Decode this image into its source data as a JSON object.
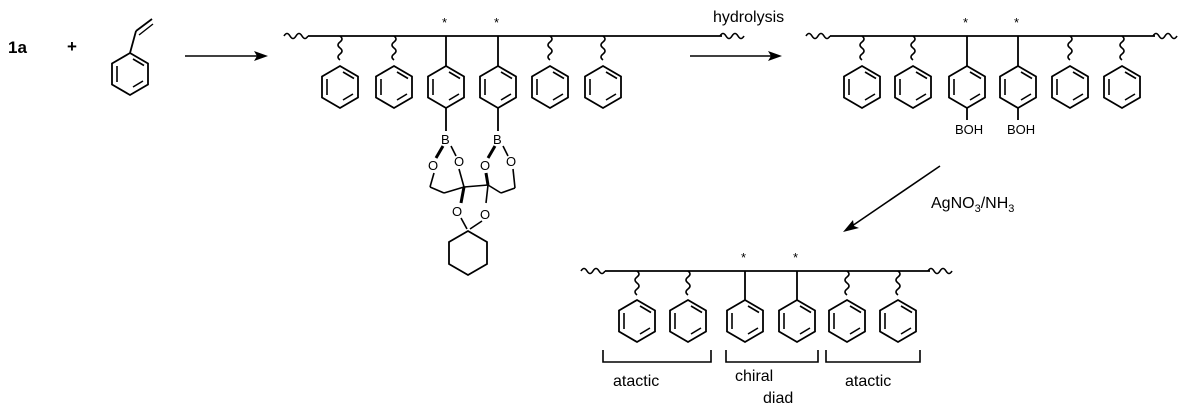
{
  "reactant": {
    "label": "1a",
    "plus": "+"
  },
  "arrows": {
    "hydrolysis": "hydrolysis",
    "silver": {
      "main": "AgNO",
      "sub1": "3",
      "mid": "/NH",
      "sub2": "3"
    }
  },
  "groups": {
    "boh": "BOH",
    "boron": "B",
    "oxygen": "O",
    "star": "*"
  },
  "segments": {
    "left": "atactic",
    "middle_line1": "chiral",
    "middle_line2": "diad",
    "right": "atactic"
  }
}
